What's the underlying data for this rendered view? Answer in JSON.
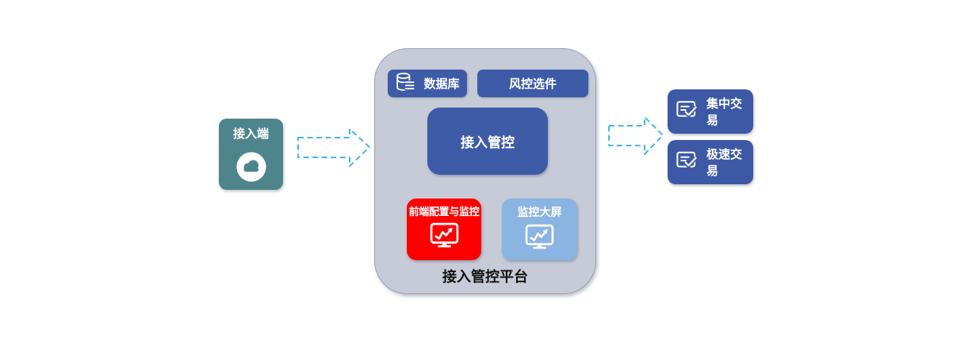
{
  "terminal": {
    "label": "接入端",
    "icon": "cloud-icon",
    "bg": "#4E858D"
  },
  "platform": {
    "label": "接入管控平台",
    "bg": "#C6CBD7",
    "database_button": {
      "label": "数据库",
      "icon": "database-icon",
      "bg": "#3E5BA8"
    },
    "risk_button": {
      "label": "风控选件",
      "bg": "#3E5BA8"
    },
    "core_box": {
      "label": "接入管控",
      "bg": "#3E5BA8"
    },
    "frontend_box": {
      "label": "前端配置与监控",
      "icon": "monitor-chart-icon",
      "bg": "#FE0000"
    },
    "bigscreen_box": {
      "label": "监控大屏",
      "icon": "monitor-chart-icon",
      "bg": "#8AB4E1"
    }
  },
  "targets": [
    {
      "label": "集中交易",
      "icon": "checklist-icon",
      "bg": "#3D59A6"
    },
    {
      "label": "极速交易",
      "icon": "checklist-icon",
      "bg": "#3D59A6"
    }
  ],
  "arrows": {
    "input_flow": {
      "icon": "dashed-right-arrow",
      "color": "#45B6E8"
    },
    "output_flow": {
      "icon": "dashed-right-arrow",
      "color": "#45B6E8"
    },
    "bidirectional": {
      "icon": "double-headed-arrow",
      "color": "#3E5FAA"
    }
  },
  "colors": {
    "primary_blue": "#3E5BA8",
    "target_blue": "#3D59A6",
    "platform_gray": "#C6CBD7",
    "teal": "#4E858D",
    "alert_red": "#FE0000",
    "light_blue": "#8AB4E1",
    "arrow_cyan": "#45B6E8",
    "arrow_blue": "#3E5FAA",
    "label_black": "#111111"
  }
}
